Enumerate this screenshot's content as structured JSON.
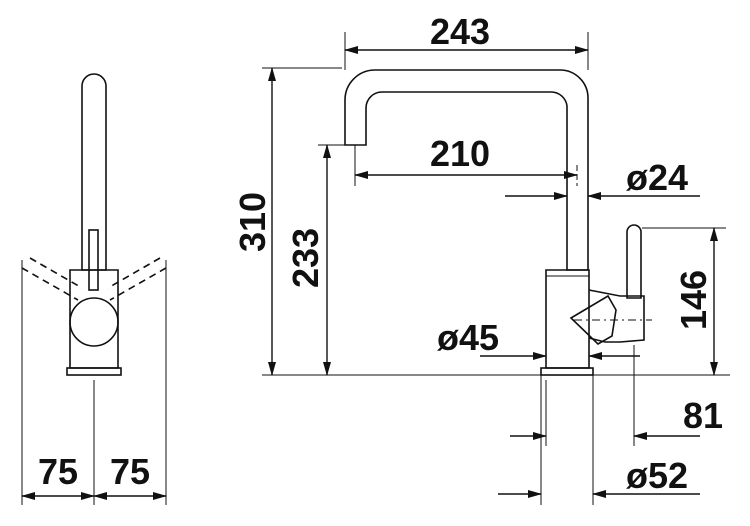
{
  "drawing": {
    "type": "faucet-technical-dimension-drawing",
    "line_color": "#111111",
    "background": "#ffffff"
  },
  "side_view": {
    "dim_left": "75",
    "dim_right": "75"
  },
  "front_view": {
    "dim_width": "243",
    "dim_total_height": "310",
    "dim_spout_height": "233",
    "dim_spout_reach": "210",
    "dim_spout_diameter": "ø24",
    "dim_body_height": "146",
    "dim_body_diameter": "ø45",
    "dim_handle_offset": "81",
    "dim_base_diameter": "ø52"
  }
}
